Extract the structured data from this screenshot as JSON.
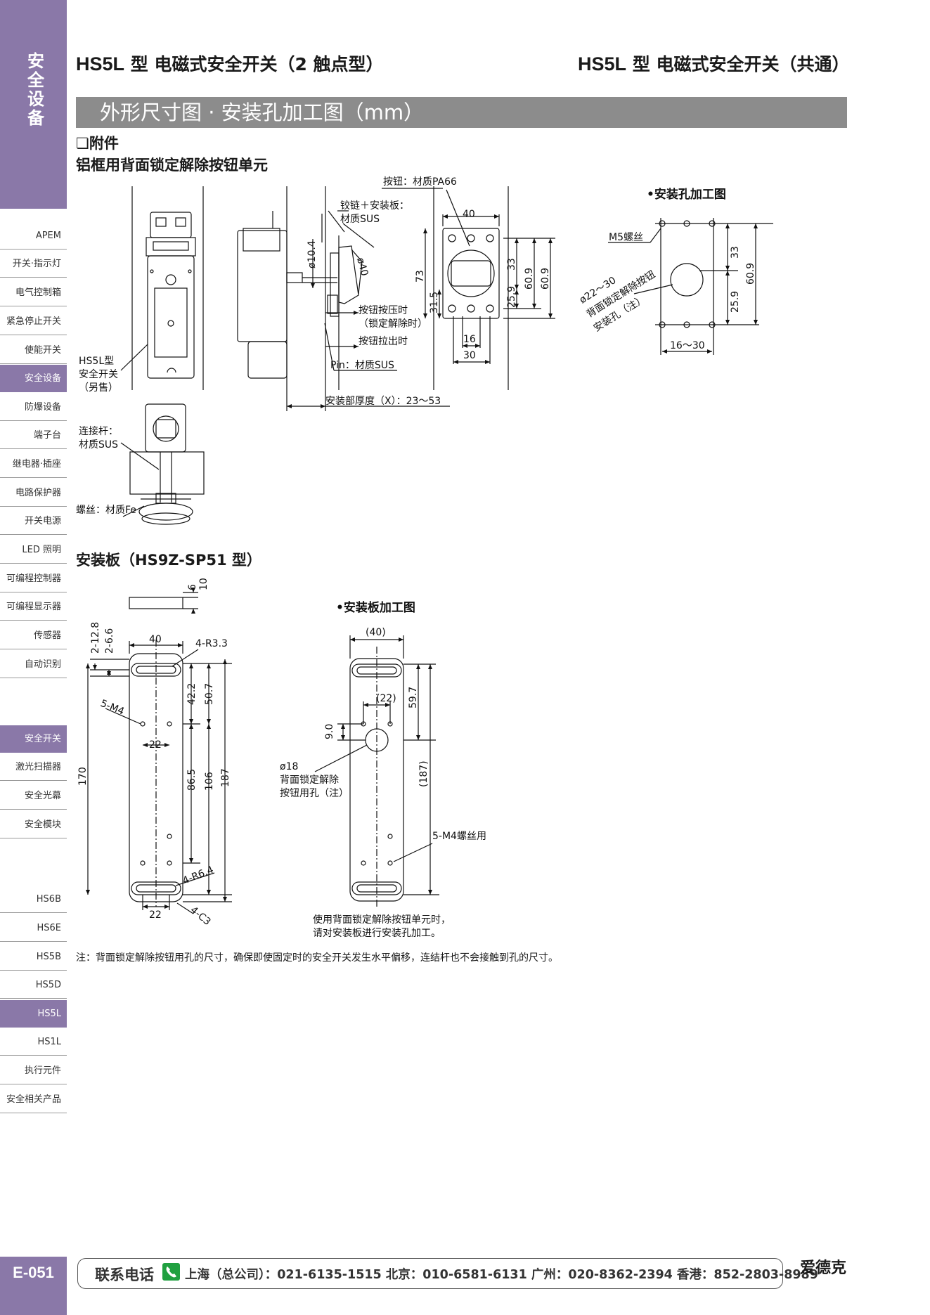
{
  "sidebar": {
    "title": "安全设备",
    "items": [
      "APEM",
      "开关·指示灯",
      "电气控制箱",
      "紧急停止开关",
      "使能开关",
      "安全设备",
      "防爆设备",
      "端子台",
      "继电器·插座",
      "电路保护器",
      "开关电源",
      "LED 照明",
      "可编程控制器",
      "可编程显示器",
      "传感器",
      "自动识别",
      "安全开关",
      "激光扫描器",
      "安全光幕",
      "安全模块",
      "HS6B",
      "HS6E",
      "HS5B",
      "HS5D",
      "HS5L",
      "HS1L",
      "执行元件",
      "安全相关产品"
    ],
    "page": "E-051"
  },
  "header": {
    "left_model": "HS5L",
    "left_title": "型 电磁式安全开关（2 触点型）",
    "right_model": "HS5L",
    "right_title": "型 电磁式安全开关（共通）",
    "section": "外形尺寸图 · 安装孔加工图（mm）"
  },
  "accessory": {
    "title": "❏附件",
    "subtitle": "铝框用背面锁定解除按钮单元",
    "labels": {
      "button_material": "按钮：材质PA66",
      "hinge_1": "铰链＋安装板：",
      "hinge_2": "材质SUS",
      "switch_1": "HS5L型",
      "switch_2": "安全开关",
      "switch_3": "（另售）",
      "press_1": "按钮按压时",
      "press_2": "（锁定解除时）",
      "pull": "按钮拉出时",
      "pin": "Pin：材质SUS",
      "thickness": "安装部厚度（X）：23～53",
      "rod_1": "连接杆：",
      "rod_2": "材质SUS",
      "screw": "螺丝：材质Fe",
      "d104": "ø10.4",
      "d40": "ø40"
    },
    "dims_front": [
      "40",
      "73",
      "33",
      "60.9",
      "25.9",
      "31.5",
      "16",
      "30"
    ],
    "hole_title": "•安装孔加工图",
    "hole_labels": {
      "m5": "M5螺丝",
      "dia_1": "ø22～30",
      "dia_2": "背面锁定解除按钮",
      "dia_3": "安装孔（注）",
      "w": "16～30",
      "h1": "33",
      "h2": "60.9",
      "h3": "25.9"
    }
  },
  "plate": {
    "title": "安装板（HS9Z-SP51 型）",
    "dims": [
      "6",
      "10",
      "40",
      "2-12.8",
      "2-6.6",
      "4-R3.3",
      "5-M4",
      "42.2",
      "50.7",
      "22",
      "170",
      "86.5",
      "106",
      "187",
      "4-R6.4",
      "22",
      "4-C3"
    ],
    "proc_title": "•安装板加工图",
    "proc_dims": [
      "(40)",
      "(22)",
      "59.7",
      "9.0",
      "(187)"
    ],
    "proc_labels": {
      "d18_1": "ø18",
      "d18_2": "背面锁定解除",
      "d18_3": "按钮用孔（注）",
      "m4": "5-M4螺丝用",
      "use_1": "使用背面锁定解除按钮单元时，",
      "use_2": "请对安装板进行安装孔加工。"
    }
  },
  "note": "注：背面锁定解除按钮用孔的尺寸，确保即使固定时的安全开关发生水平偏移，连结杆也不会接触到孔的尺寸。",
  "footer": {
    "label": "联系电话",
    "phones": "上海（总公司）：021-6135-1515  北京：010-6581-6131  广州：020-8362-2394  香港：852-2803-8989",
    "brand": "爱德克"
  }
}
